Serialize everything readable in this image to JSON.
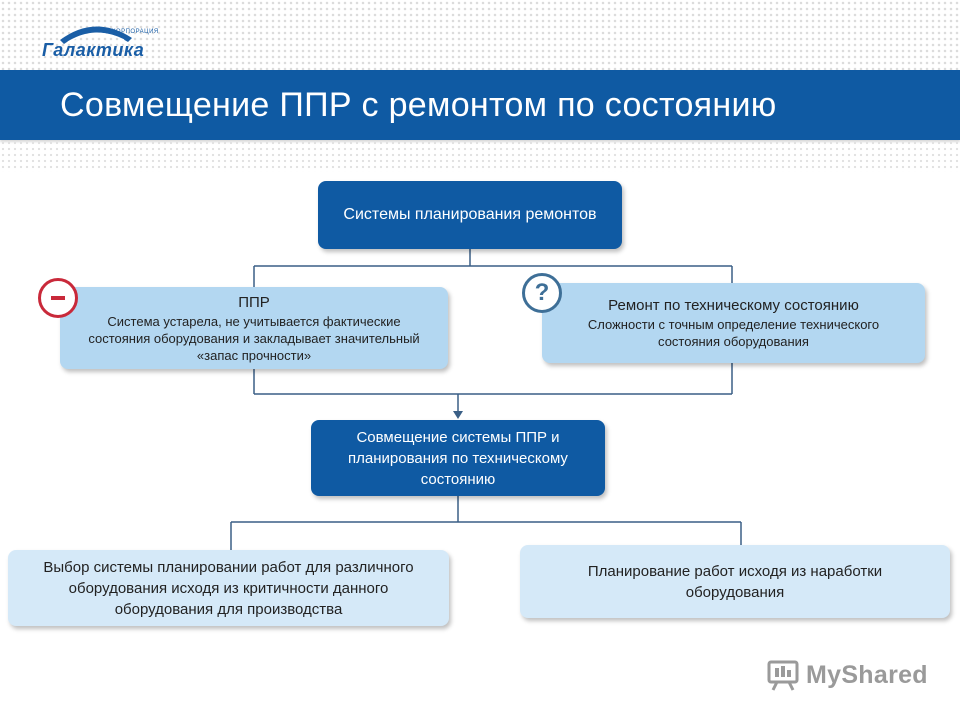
{
  "header": {
    "logo_text": "Галактика",
    "logo_subtext": "КОРПОРАЦИЯ",
    "title": "Совмещение ППР с ремонтом по состоянию"
  },
  "diagram": {
    "top_box": {
      "label": "Системы планирования ремонтов"
    },
    "left_box": {
      "badge": "-",
      "heading": "ППР",
      "text": "Система устарела, не учитывается фактические состояния оборудования и закладывает значительный «запас прочности»"
    },
    "right_box": {
      "badge": "?",
      "heading": "Ремонт по техническому состоянию",
      "text": "Сложности с точным определение технического состояния оборудования"
    },
    "middle_box": {
      "label": "Совмещение системы ППР и планирования по техническому состоянию"
    },
    "bottom_left_box": {
      "label": "Выбор системы планировании работ для различного оборудования исходя из критичности данного оборудования для производства"
    },
    "bottom_right_box": {
      "label": "Планирование работ исходя из наработки оборудования"
    }
  },
  "watermark": {
    "text": "MyShared"
  },
  "colors": {
    "primary_blue": "#0f5aa3",
    "light_blue": "#b3d7f1",
    "pale_blue": "#d5e9f8",
    "minus_red": "#c9293a",
    "question_blue": "#3e6f97"
  }
}
